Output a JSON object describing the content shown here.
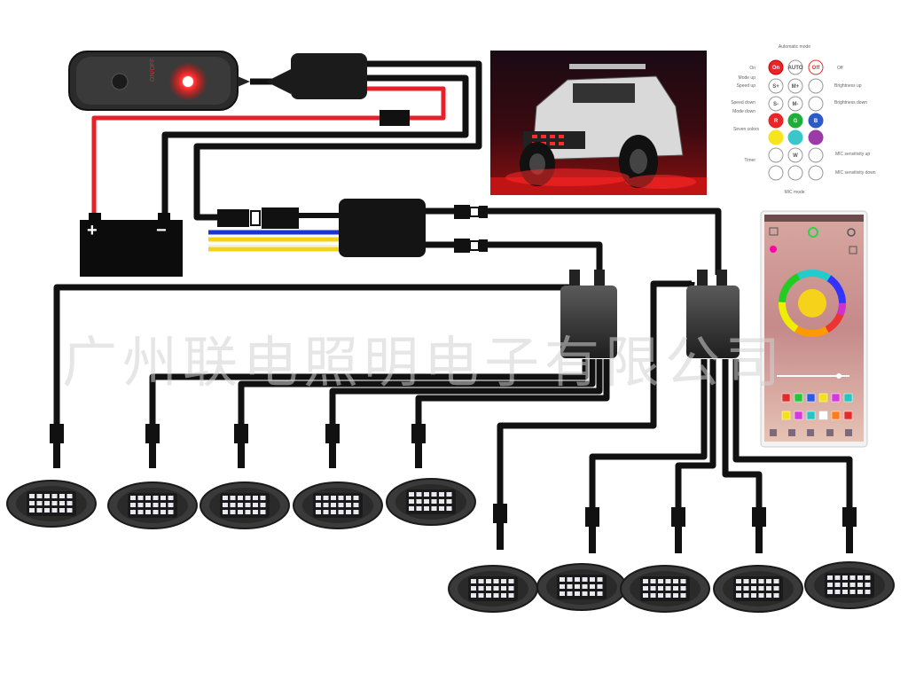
{
  "switch": {
    "brand_label": "ON/OFF"
  },
  "battery": {
    "plus": "+",
    "minus": "−"
  },
  "remote": {
    "labels": {
      "automatic_mode": "Automatic mode",
      "on": "On",
      "off": "Off",
      "mode_up": "Mode up",
      "speed_up": "Speed up",
      "brightness_up": "Brightness up",
      "speed_down": "Speed down",
      "brightness_down": "Brightness down",
      "mode_down": "Mode down",
      "seven_colors": "Seven colors",
      "timer": "Timer",
      "mic_sensitivity_up": "MIC sensitivity up",
      "mic_sensitivity_down": "MIC sensitivity down",
      "mic_mode": "MIC mode"
    },
    "buttons": {
      "on": "On",
      "auto": "AUTO",
      "off": "Off",
      "s_plus": "S+",
      "m_plus": "M+",
      "s_minus": "S-",
      "m_minus": "M-",
      "r": "R",
      "g": "G",
      "b": "B",
      "w": "W"
    },
    "colors": {
      "red": "#e8262a",
      "green": "#1fae3a",
      "blue": "#2d59c9",
      "yellow": "#f7e41a",
      "cyan": "#3ac7c9",
      "purple": "#9b3aa8"
    }
  },
  "phone": {
    "palette": [
      "#e22c2c",
      "#27c43a",
      "#2b5ae0",
      "#f4e01c",
      "#d33ad9",
      "#27c4c4",
      "#ffffff",
      "#ff7a1c"
    ],
    "wheel_center": "#f7d21a"
  },
  "watermark": "广州联电照明电子有限公司",
  "accent": {
    "wire_red": "#e8202a",
    "wire_blue": "#1a33d6",
    "wire_yellow": "#f4d21c",
    "led_glow": "#ff2020"
  }
}
